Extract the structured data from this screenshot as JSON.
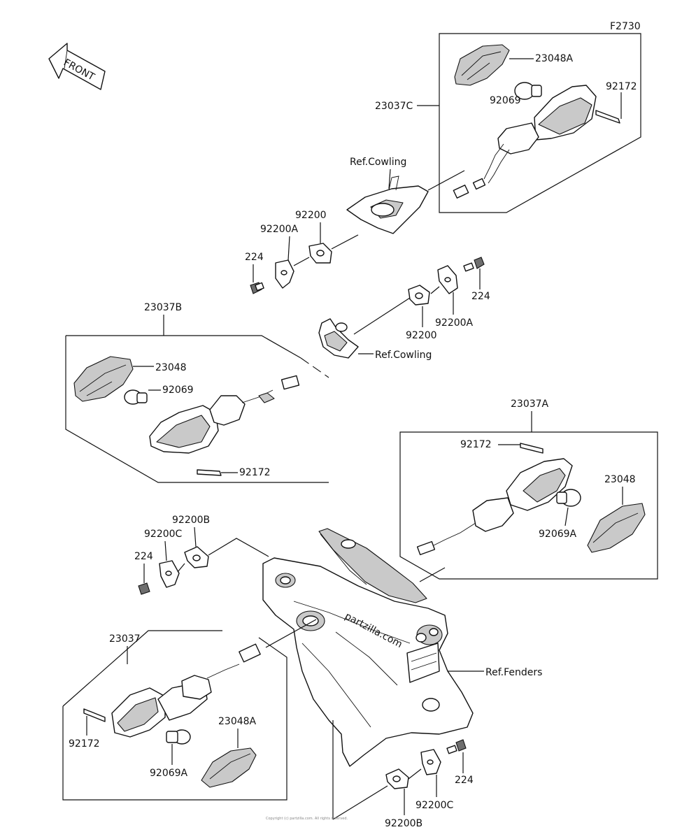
{
  "diagram_id": "F2730",
  "front_label": "FRONT",
  "watermark": "partzilla.com",
  "footer_copyright": "Copyright (c) partzilla.com. All rights reserved.",
  "labels": {
    "l_23037c": "23037C",
    "l_23048a_top": "23048A",
    "l_92069_top": "92069",
    "l_92172_top": "92172",
    "l_ref_cowling_top": "Ref.Cowling",
    "l_92200_top": "92200",
    "l_92200a_left": "92200A",
    "l_224_left": "224",
    "l_224_right": "224",
    "l_92200_mid": "92200",
    "l_92200a_right": "92200A",
    "l_ref_cowling_mid": "Ref.Cowling",
    "l_23037b": "23037B",
    "l_23048_left": "23048",
    "l_92069_left": "92069",
    "l_92172_left": "92172",
    "l_23037a": "23037A",
    "l_92172_right": "92172",
    "l_23048_right": "23048",
    "l_92069a_right": "92069A",
    "l_92200b_top": "92200B",
    "l_92200c_top": "92200C",
    "l_224_lower": "224",
    "l_ref_fenders": "Ref.Fenders",
    "l_23037": "23037",
    "l_92172_bottom": "92172",
    "l_23048a_bottom": "23048A",
    "l_92069a_bottom": "92069A",
    "l_224_bottom": "224",
    "l_92200c_bottom": "92200C",
    "l_92200b_bottom": "92200B"
  }
}
